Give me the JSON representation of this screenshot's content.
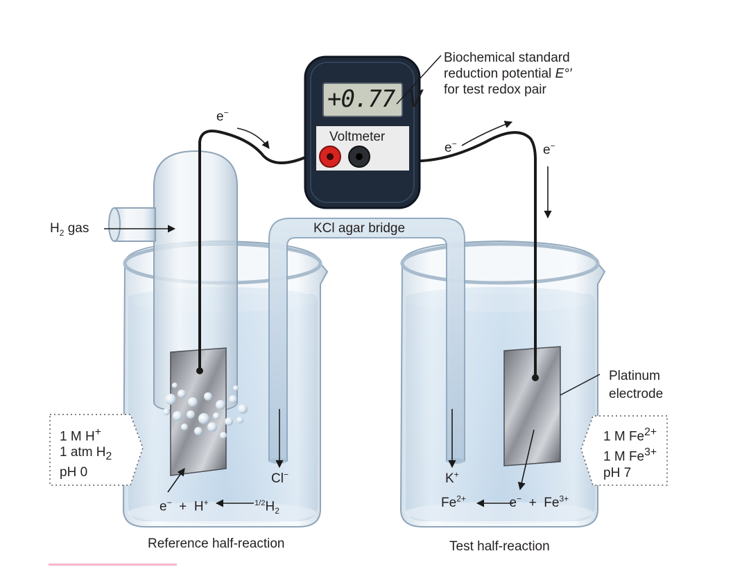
{
  "voltmeter": {
    "label": "Voltmeter",
    "reading": "+0.77 V"
  },
  "annotation": {
    "line1": "Biochemical standard",
    "line2": "reduction potential",
    "line2_symbol": "E°′",
    "line3": "for test redox pair"
  },
  "bridge_label": "KCl agar bridge",
  "h2_gas": {
    "text": "H",
    "sub": "2",
    "rest": " gas"
  },
  "electron": {
    "base": "e",
    "sup": "−"
  },
  "left_conditions": {
    "line1_base": "1 M H",
    "line1_sup": "+",
    "line2_base": "1 atm H",
    "line2_sub": "2",
    "line3": "pH 0"
  },
  "right_conditions": {
    "line1_base": "1 M Fe",
    "line1_sup": "2+",
    "line2_base": "1 M Fe",
    "line2_sup": "3+",
    "line3": "pH 7"
  },
  "platinum_label": {
    "line1": "Platinum",
    "line2": "electrode"
  },
  "ions": {
    "chloride": {
      "base": "Cl",
      "sup": "−"
    },
    "potassium": {
      "base": "K",
      "sup": "+"
    }
  },
  "left_reaction": {
    "e": "e",
    "e_sup": "−",
    "plus": "+",
    "h": "H",
    "h_sup": "+",
    "frac_num": "1",
    "frac_den": "2",
    "h2": "H",
    "h2_sub": "2"
  },
  "right_reaction": {
    "fe2": "Fe",
    "fe2_sup": "2+",
    "e": "e",
    "e_sup": "−",
    "plus": "+",
    "fe3": "Fe",
    "fe3_sup": "3+"
  },
  "captions": {
    "reference": "Reference half-reaction",
    "test": "Test half-reaction"
  },
  "colors": {
    "solution": "#b8d2e8",
    "glass": "#dfeaf3",
    "voltmeter_body": "#1f2a3a",
    "lcd": "#c9cdbf",
    "red_terminal": "#d8231f",
    "wire": "#1a1a1a"
  }
}
